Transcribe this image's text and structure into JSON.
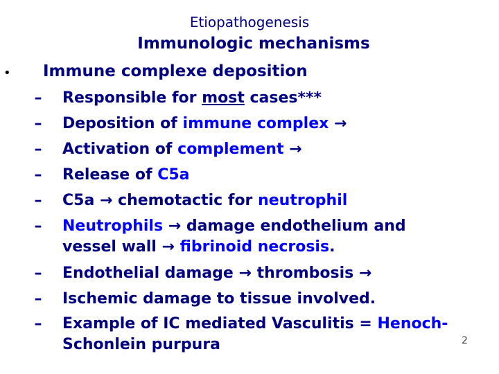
{
  "slide": {
    "supertitle": "Etiopathogenesis",
    "title": "Immunologic mechanisms",
    "bullet_marker": "•",
    "heading": "Immune complexe deposition",
    "dash": "–",
    "items": [
      {
        "a": "Responsible for ",
        "b": "most",
        "c": " cases***"
      },
      {
        "a": "Deposition of ",
        "b": "immune complex",
        "c": " →"
      },
      {
        "a": "Activation of ",
        "b": "complement",
        "c": " →"
      },
      {
        "a": "Release of ",
        "b": "C5a"
      },
      {
        "a": "C5a → chemotactic for ",
        "b": "neutrophil"
      },
      {
        "a": "Neutrophils",
        "b": " → damage endothelium and"
      },
      {
        "a": "vessel wall → ",
        "b": "fibrinoid necrosis",
        "c": "."
      },
      {
        "a": "Endothelial damage → thrombosis →"
      },
      {
        "a": "Ischemic damage to tissue involved."
      },
      {
        "a": "Example of IC mediated Vasculitis = ",
        "b": "Henoch-"
      },
      {
        "a": "Schonlein purpura"
      }
    ],
    "page_number": "2"
  }
}
